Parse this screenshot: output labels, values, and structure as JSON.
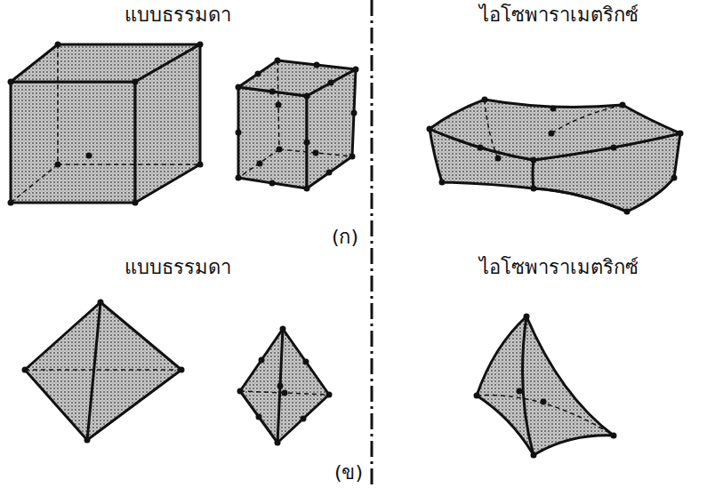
{
  "diagram": {
    "labels": [
      "แบบธรรมดา",
      "ไอโซพาราเมตริกซ์",
      "(ก)",
      "แบบธรรมดา",
      "ไอโซพาราเมตริกซ์",
      "(ข)"
    ]
  }
}
